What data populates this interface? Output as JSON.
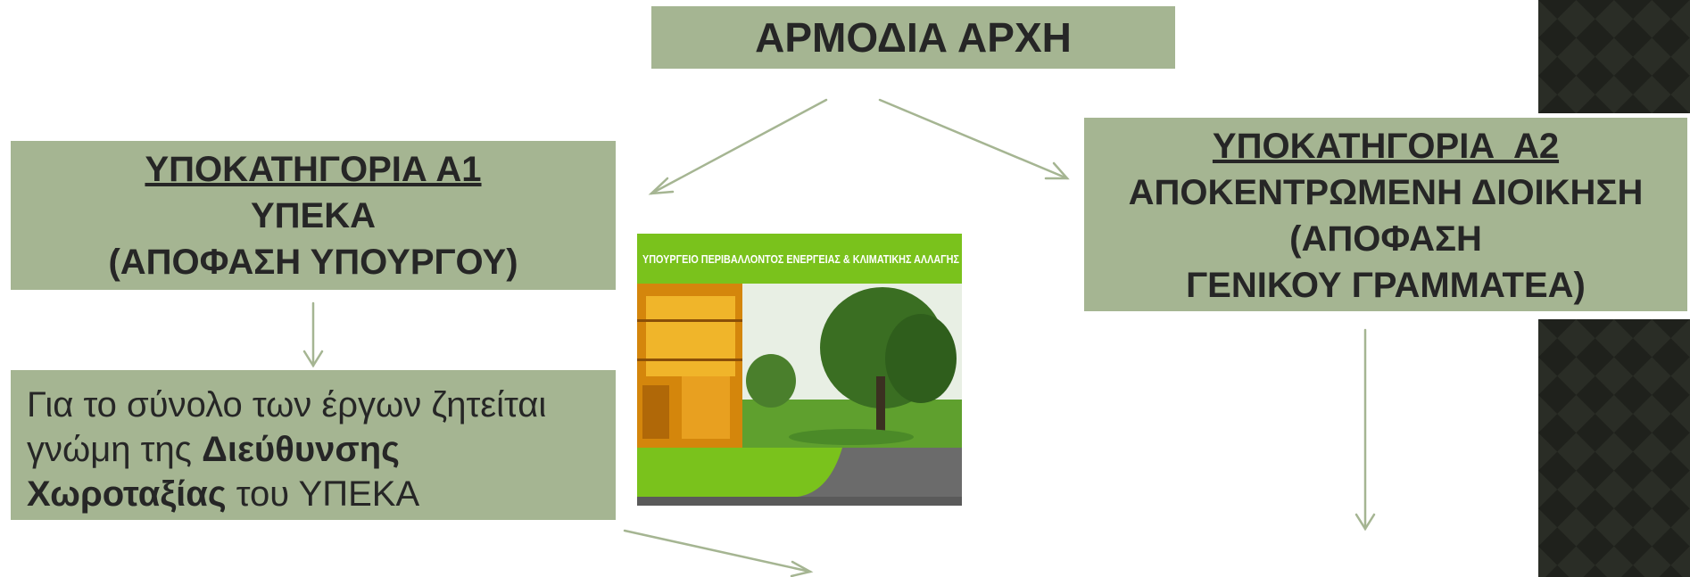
{
  "root": {
    "title": "ΑΡΜΟΔΙΑ ΑΡΧΗ"
  },
  "a1": {
    "heading": "ΥΠΟΚΑΤΗΓΟΡΙΑ Α1",
    "line1": "ΥΠΕΚΑ",
    "line2": "(ΑΠΟΦΑΣΗ ΥΠΟΥΡΓΟΥ)"
  },
  "a2": {
    "heading": "ΥΠΟΚΑΤΗΓΟΡΙΑ  Α2",
    "line1": "ΑΠΟΚΕΝΤΡΩΜΕΝΗ ΔΙΟΙΚΗΣΗ",
    "line2": "(ΑΠΟΦΑΣΗ",
    "line3": "ΓΕΝΙΚΟΥ ΓΡΑΜΜΑΤΕΑ)"
  },
  "note": {
    "t1": "Για το σύνολο των έργων ζητείται γνώμη της ",
    "b1": "Διεύθυνσης Χωροταξίας",
    "t2": " του ΥΠΕΚΑ"
  },
  "image": {
    "banner": "ΥΠΟΥΡΓΕΙΟ ΠΕΡΙΒΑΛΛΟΝΤΟΣ ΕΝΕΡΓΕΙΑΣ & ΚΛΙΜΑΤΙΚΗΣ ΑΛΛΑΓΗΣ"
  },
  "colors": {
    "box": "#a5b592",
    "arrow": "#a5b592",
    "text": "#262626",
    "banner": "#7ac21c",
    "deco": "#252722"
  }
}
